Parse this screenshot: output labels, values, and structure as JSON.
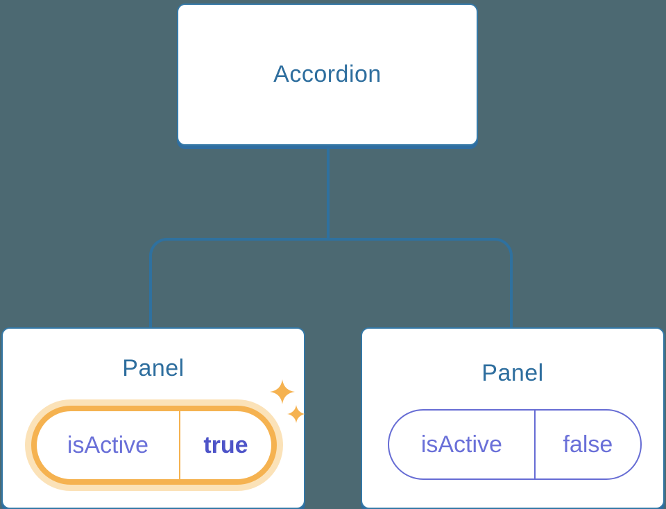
{
  "tree": {
    "root": {
      "label": "Accordion"
    },
    "children": [
      {
        "label": "Panel",
        "prop_name": "isActive",
        "prop_value": "true",
        "highlighted": true
      },
      {
        "label": "Panel",
        "prop_name": "isActive",
        "prop_value": "false",
        "highlighted": false
      }
    ]
  },
  "icons": {
    "highlight_icon": "sparkles-icon"
  },
  "colors": {
    "background": "#4C6972",
    "node_border": "#3478A6",
    "node_shadow": "#2F6DA0",
    "node_text": "#2E6E9E",
    "connector": "#2F719F",
    "state_text": "#6A70D8",
    "state_text_bold": "#4E54C8",
    "state_border": "#666CD4",
    "highlight_orange": "#F5B250",
    "highlight_halo": "#FBE2B8"
  }
}
